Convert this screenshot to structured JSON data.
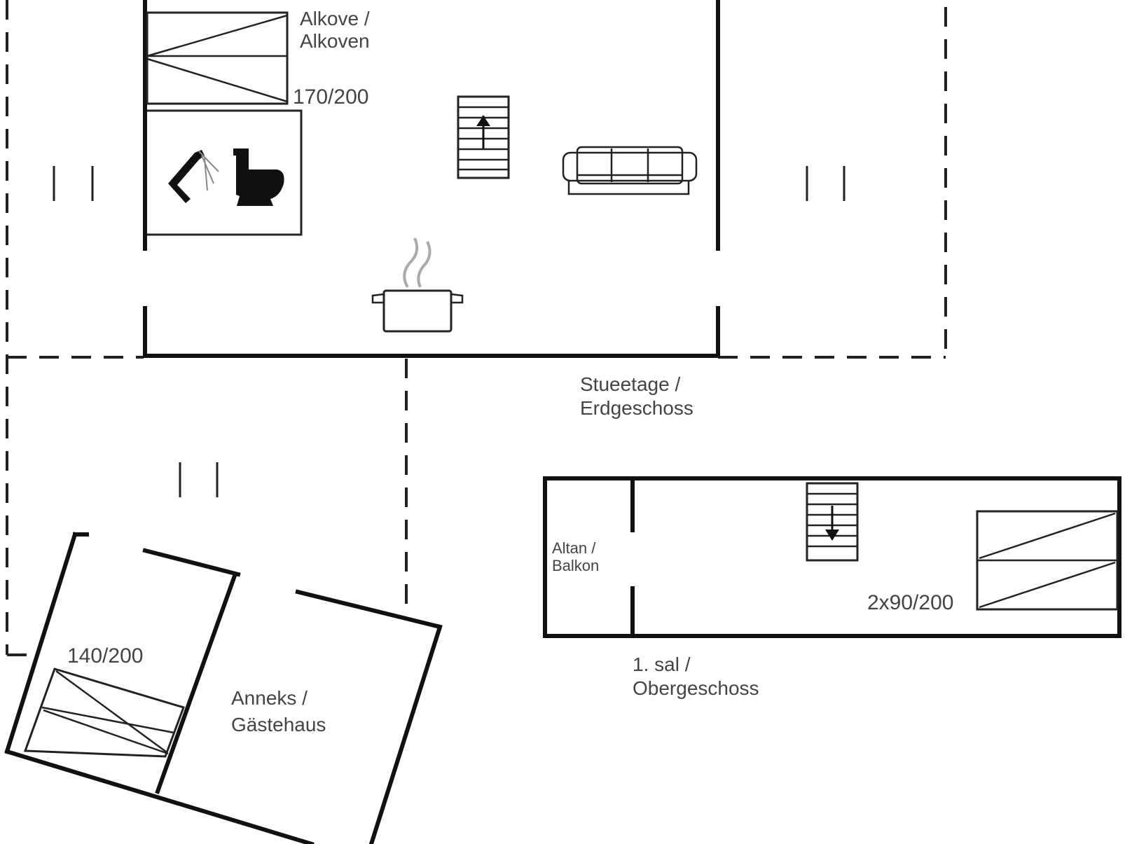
{
  "labels": {
    "alcove_l1": "Alkove /",
    "alcove_l2": "Alkoven",
    "bed_alcove": "170/200",
    "ground_l1": "Stueetage /",
    "ground_l2": "Erdgeschoss",
    "balcony_l1": "Altan /",
    "balcony_l2": "Balkon",
    "beds_upper": "2x90/200",
    "upper_l1": "1. sal /",
    "upper_l2": "Obergeschoss",
    "bed_annex": "140/200",
    "annex_l1": "Anneks /",
    "annex_l2": "Gästehaus"
  },
  "icons": {
    "shower": "shower-icon",
    "toilet": "toilet-icon",
    "stairs_up": "stairs-up-icon",
    "stairs_down": "stairs-down-icon",
    "sofa": "sofa-icon",
    "kitchen": "cooking-pot-icon"
  },
  "colors": {
    "wall": "#111111",
    "text": "#444444",
    "background": "#ffffff"
  }
}
